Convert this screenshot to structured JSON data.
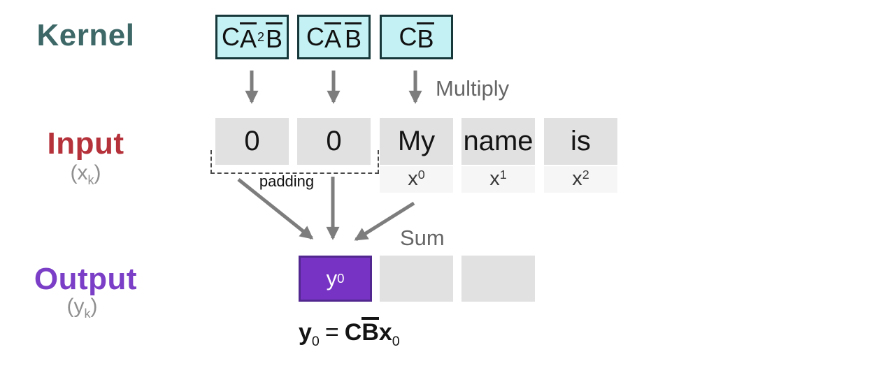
{
  "colors": {
    "kernel_label": "#3e6868",
    "kernel_box_fill": "#c4f1f4",
    "kernel_box_border": "#17383a",
    "input_label": "#b5323b",
    "output_label": "#7b3ec6",
    "cell_gray": "#e1e1e1",
    "strip_gray": "#f6f6f6",
    "purple_fill": "#7734c4",
    "purple_border": "#52278f",
    "arrow_gray": "#7d7d7d",
    "operation_text": "#666666"
  },
  "kernel": {
    "label": "Kernel",
    "boxes": [
      {
        "c": "C",
        "a": "A",
        "sup": "2",
        "b": "B"
      },
      {
        "c": "C",
        "a": "A",
        "b": "B"
      },
      {
        "c": "C",
        "b": "B"
      }
    ]
  },
  "operations": {
    "multiply": "Multiply",
    "sum": "Sum"
  },
  "input": {
    "label": "Input",
    "sub_open": "(x",
    "sub_k": "k",
    "sub_close": ")",
    "cells": [
      "0",
      "0",
      "My",
      "name",
      "is"
    ],
    "padding_label": "padding",
    "subscripts": [
      {
        "base": "x",
        "idx": "0"
      },
      {
        "base": "x",
        "idx": "1"
      },
      {
        "base": "x",
        "idx": "2"
      }
    ]
  },
  "output": {
    "label": "Output",
    "sub_open": "(y",
    "sub_k": "k",
    "sub_close": ")",
    "cell": {
      "base": "y",
      "idx": "0"
    },
    "formula": {
      "lhs": "y",
      "lhs_sub": "0",
      "eq": "=",
      "c": "C",
      "b": "B",
      "x": "x",
      "x_sub": "0"
    }
  }
}
